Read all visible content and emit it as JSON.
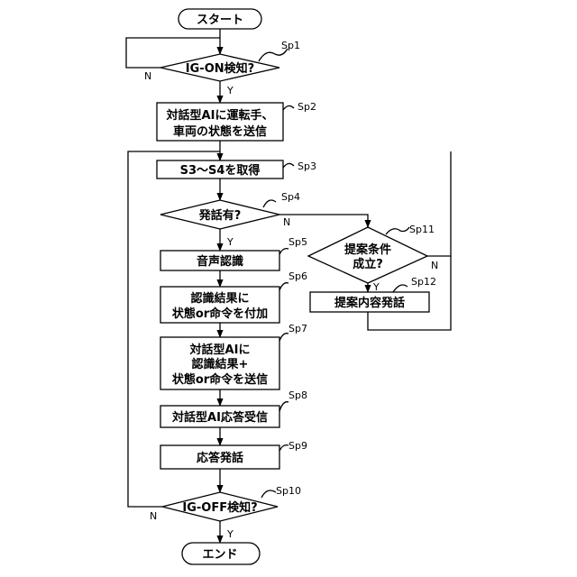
{
  "nodes": {
    "start": "スタート",
    "sp1": "IG-ON検知?",
    "sp2_line1": "対話型AIに運転手、",
    "sp2_line2": "車両の状態を送信",
    "sp3": "S3～S4を取得",
    "sp4": "発話有?",
    "sp5": "音声認識",
    "sp6_line1": "認識結果に",
    "sp6_line2": "状態or命令を付加",
    "sp7_line1": "対話型AIに",
    "sp7_line2": "認識結果+",
    "sp7_line3": "状態or命令を送信",
    "sp8": "対話型AI応答受信",
    "sp9": "応答発話",
    "sp10": "IG-OFF検知?",
    "sp11_line1": "提案条件",
    "sp11_line2": "成立?",
    "sp12": "提案内容発話",
    "end": "エンド"
  },
  "step_labels": {
    "sp1": "Sp1",
    "sp2": "Sp2",
    "sp3": "Sp3",
    "sp4": "Sp4",
    "sp5": "Sp5",
    "sp6": "Sp6",
    "sp7": "Sp7",
    "sp8": "Sp8",
    "sp9": "Sp9",
    "sp10": "Sp10",
    "sp11": "Sp11",
    "sp12": "Sp12"
  },
  "branch_labels": {
    "sp1_no": "N",
    "sp1_yes": "Y",
    "sp4_no": "N",
    "sp4_yes": "Y",
    "sp11_no": "N",
    "sp11_yes": "Y",
    "sp10_no": "N",
    "sp10_yes": "Y"
  }
}
